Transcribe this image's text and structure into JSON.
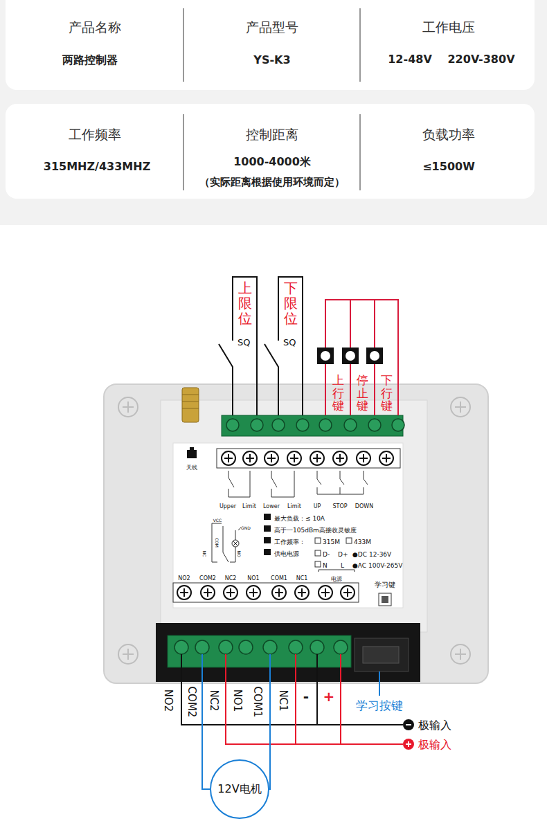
{
  "diagram": {
    "nodes": [
      {
        "text": [
          "12V电机"
        ]
      }
    ],
    "labels": [
      "产品名称",
      "两路控制器",
      "产品型号",
      "YS-K3",
      "工作电压",
      "12-48V",
      "220V-380V",
      "工作频率",
      "315MHZ/433MHZ",
      "控制距离",
      "1000-4000米",
      "（实际距离根据使用环境而定）",
      "负载功率",
      "≤1500W",
      "上限位",
      "下限位",
      "SQ",
      "SQ",
      "上行键",
      "停止键",
      "下行键",
      "天线",
      "Upper",
      "Limit",
      "Lower",
      "Limit",
      "UP",
      "STOP",
      "DOWN",
      "VCC",
      "GND",
      "NC",
      "COM",
      "NO",
      "最大负载：≤ 10A",
      "高于一105dBm高接收灵敏度",
      "工作频率：",
      "315M",
      "433M",
      "供电电源",
      "D-",
      "D+",
      "●DC 12-36V",
      "N",
      "L",
      "●AC 100V-265V",
      "NO2",
      "COM2",
      "NC2",
      "NO1",
      "COM1",
      "NC1",
      "电源",
      "学习键",
      "NO2",
      "COM2",
      "NC2",
      "NO1",
      "COM1",
      "NC1",
      "-",
      "+",
      "学习按键",
      "极输入",
      "极输入"
    ]
  }
}
